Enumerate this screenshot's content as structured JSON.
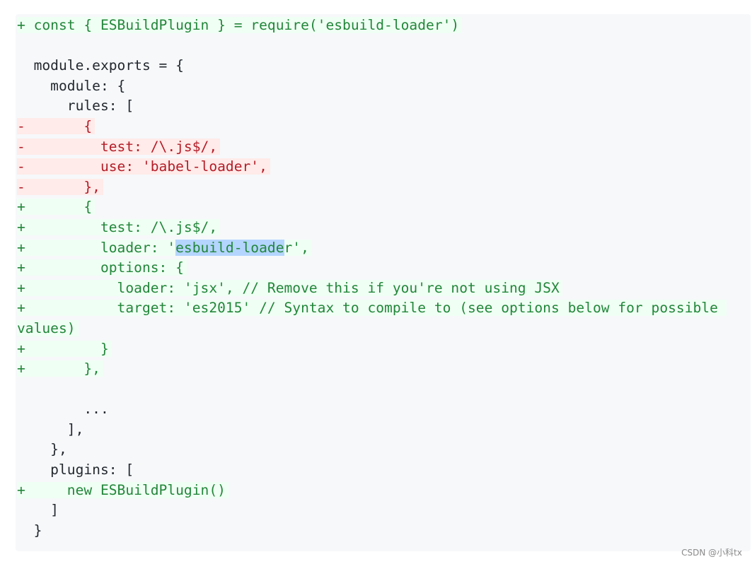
{
  "lines": [
    {
      "type": "add",
      "marker": "+",
      "code": "const { ESBuildPlugin } = require('esbuild-loader')"
    },
    {
      "type": "ctx",
      "marker": " ",
      "code": ""
    },
    {
      "type": "ctx",
      "marker": " ",
      "code": "module.exports = {"
    },
    {
      "type": "ctx",
      "marker": " ",
      "code": "  module: {"
    },
    {
      "type": "ctx",
      "marker": " ",
      "code": "    rules: ["
    },
    {
      "type": "del",
      "marker": "-",
      "code": "      {"
    },
    {
      "type": "del",
      "marker": "-",
      "code": "        test: /\\.js$/,"
    },
    {
      "type": "del",
      "marker": "-",
      "code": "        use: 'babel-loader',"
    },
    {
      "type": "del",
      "marker": "-",
      "code": "      },"
    },
    {
      "type": "add",
      "marker": "+",
      "code": "      {"
    },
    {
      "type": "add",
      "marker": "+",
      "code": "        test: /\\.js$/,"
    },
    {
      "type": "add",
      "marker": "+",
      "code": "        loader: 'esbuild-loader',",
      "highlight": "esbuild-loade"
    },
    {
      "type": "add",
      "marker": "+",
      "code": "        options: {"
    },
    {
      "type": "add",
      "marker": "+",
      "code": "          loader: 'jsx', // Remove this if you're not using JSX"
    },
    {
      "type": "add",
      "marker": "+",
      "code": "          target: 'es2015' // Syntax to compile to (see options below for possible values)"
    },
    {
      "type": "add",
      "marker": "+",
      "code": "        }"
    },
    {
      "type": "add",
      "marker": "+",
      "code": "      },"
    },
    {
      "type": "ctx",
      "marker": " ",
      "code": ""
    },
    {
      "type": "ctx",
      "marker": " ",
      "code": "      ..."
    },
    {
      "type": "ctx",
      "marker": " ",
      "code": "    ],"
    },
    {
      "type": "ctx",
      "marker": " ",
      "code": "  },"
    },
    {
      "type": "ctx",
      "marker": " ",
      "code": "  plugins: ["
    },
    {
      "type": "add",
      "marker": "+",
      "code": "    new ESBuildPlugin()"
    },
    {
      "type": "ctx",
      "marker": " ",
      "code": "  ]"
    },
    {
      "type": "ctx",
      "marker": " ",
      "code": "}"
    }
  ],
  "watermark": "CSDN @小科tx"
}
